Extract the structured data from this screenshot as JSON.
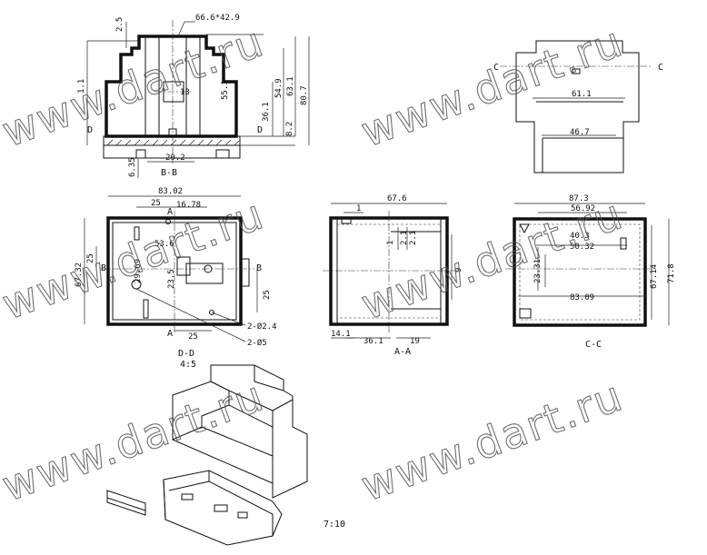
{
  "watermark_text": "www.dart.ru",
  "views": {
    "bb": {
      "title": "B-B",
      "top_dim": "66.6*42.9",
      "dim_2_5": "2.5",
      "dim_1_1": "1.1",
      "dim_13": "13",
      "dim_36_1": "36.1",
      "dim_55_1": "55.1",
      "dim_54_9": "54.9",
      "dim_63_1": "63.1",
      "dim_80_7": "80.7",
      "dim_8_2": "8.2",
      "dim_20_2": "20.2",
      "dim_6_35": "6.35",
      "sec_d": "D"
    },
    "topright": {
      "sec_c": "C",
      "dim_61_1": "61.1",
      "dim_46_7": "46.7"
    },
    "dd": {
      "title": "D-D",
      "scale": "4:5",
      "dim_83_02": "83.02",
      "dim_25_top": "25",
      "dim_16_78": "16.78",
      "dim_25_left": "25",
      "dim_67_32": "67.32",
      "dim_53_6": "53.6",
      "dim_29_69": "29.69",
      "dim_23_5": "23.5",
      "dim_25_right": "25",
      "dim_25_bottom": "25",
      "hole_a": "2-Ø2.4",
      "hole_b": "2-Ø5",
      "sec_a": "A",
      "sec_b": "B"
    },
    "aa": {
      "title": "A-A",
      "dim_67_6": "67.6",
      "dim_1": "1",
      "dim_14_1": "14.1",
      "dim_36_1": "36.1",
      "dim_19": "19",
      "dim_9": "9",
      "dim_1_v": "1",
      "dim_2_1": "2.1",
      "dim_2_1b": "2.1"
    },
    "cc": {
      "title": "C-C",
      "dim_87_3": "87.3",
      "dim_56_92": "56.92",
      "dim_50_32": "50.32",
      "dim_40_3": "40.3",
      "dim_23_31": "23.31",
      "dim_83_09": "83.09",
      "dim_67_14": "67.14",
      "dim_71_8": "71.8"
    },
    "iso": {
      "scale": "7:10"
    }
  }
}
